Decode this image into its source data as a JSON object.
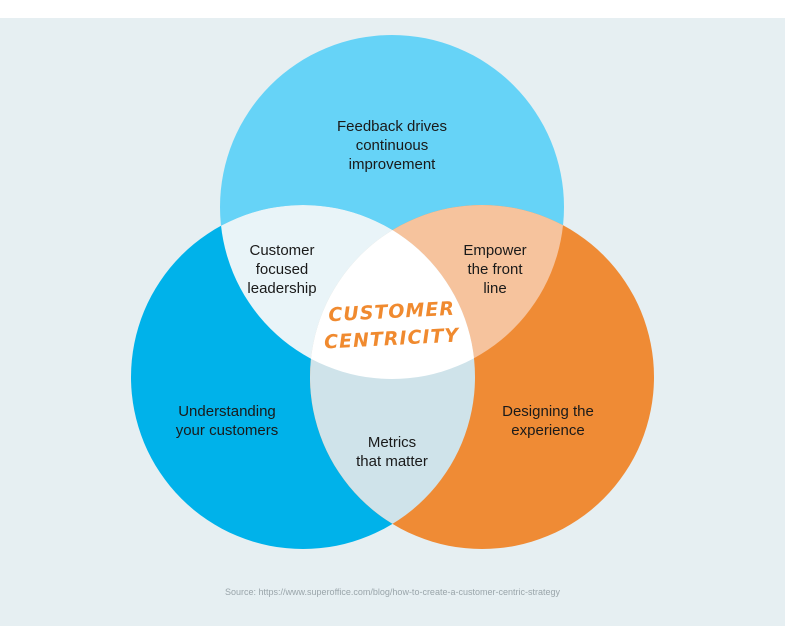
{
  "colors": {
    "top_circle": "#66d3f7",
    "left_circle": "#00b2ea",
    "right_circle": "#ef8b35",
    "top_left_overlap": "#e9f4f8",
    "top_right_overlap": "#f6c39d",
    "bottom_overlap": "#cfe3ea",
    "center": "#ffffff",
    "center_text": "#f08a2f",
    "background_panel": "#e6eff2"
  },
  "circles": {
    "top": [
      "Feedback drives",
      "continuous",
      "improvement"
    ],
    "left": [
      "Understanding",
      "your customers"
    ],
    "right": [
      "Designing the",
      "experience"
    ]
  },
  "overlaps": {
    "top_left": [
      "Customer",
      "focused",
      "leadership"
    ],
    "top_right": [
      "Empower",
      "the front",
      "line"
    ],
    "bottom": [
      "Metrics",
      "that matter"
    ]
  },
  "center": [
    "CUSTOMER",
    "CENTRICITY"
  ],
  "source": "Source: https://www.superoffice.com/blog/how-to-create-a-customer-centric-strategy"
}
